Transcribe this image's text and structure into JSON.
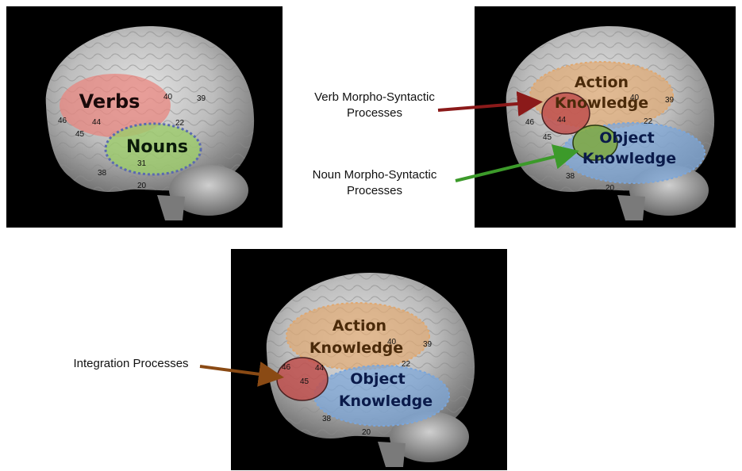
{
  "panel_left": {
    "regions": {
      "verbs": "Verbs",
      "nouns": "Nouns"
    },
    "areas": [
      "40",
      "39",
      "46",
      "44",
      "45",
      "22",
      "31",
      "38",
      "20"
    ]
  },
  "panel_right": {
    "regions": {
      "action_1": "Action",
      "action_2": "Knowledge",
      "object_1": "Object",
      "object_2": "Knowledge"
    },
    "areas": [
      "40",
      "39",
      "46",
      "44",
      "45",
      "22",
      "38",
      "20"
    ]
  },
  "panel_bottom": {
    "regions": {
      "action_1": "Action",
      "action_2": "Knowledge",
      "object_1": "Object",
      "object_2": "Knowledge"
    },
    "areas": [
      "40",
      "39",
      "46",
      "44",
      "45",
      "22",
      "38",
      "20"
    ]
  },
  "labels": {
    "verb_1": "Verb Morpho-Syntactic",
    "verb_2": "Processes",
    "noun_1": "Noun Morpho-Syntactic",
    "noun_2": "Processes",
    "integration": "Integration Processes"
  },
  "colors": {
    "verbs_region": "#e8857f",
    "nouns_region": "#9ccc6a",
    "action_region": "#e0a870",
    "object_region": "#7aa6dc",
    "verb_arrow": "#8b1a1a",
    "noun_arrow": "#3c9a2a",
    "integration_arrow": "#8a4a14"
  }
}
